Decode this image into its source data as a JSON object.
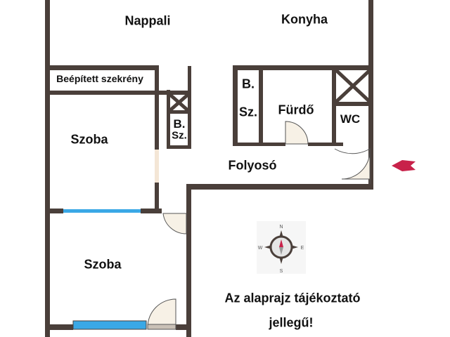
{
  "rooms": {
    "nappali": "Nappali",
    "konyha": "Konyha",
    "beepitett": "Beépített szekrény",
    "szoba1": "Szoba",
    "szoba2": "Szoba",
    "bsz_small_b": "B.",
    "bsz_small_sz": "Sz.",
    "bsz_bath_b": "B.",
    "bsz_bath_sz": "Sz.",
    "furdo": "Fürdő",
    "wc": "WC",
    "folyoso": "Folyosó"
  },
  "compass": {
    "n": "N",
    "s": "S",
    "e": "E",
    "w": "W"
  },
  "note": {
    "line1": "Az alaprajz tájékoztató",
    "line2": "jellegű!"
  },
  "colors": {
    "wall": "#4a3f3a",
    "window": "#3aa8e6",
    "entrance_arrow": "#c8224a",
    "door_fill": "#f7f1e6"
  }
}
